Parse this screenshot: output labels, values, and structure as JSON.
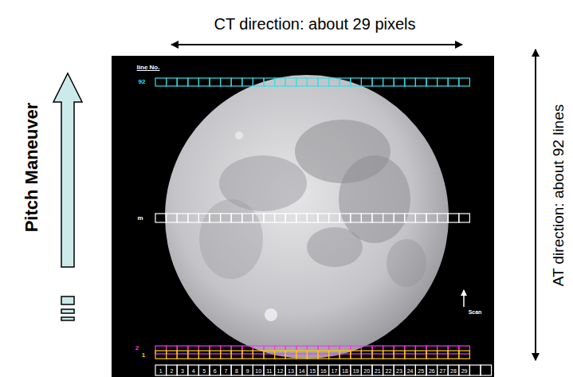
{
  "diagram": {
    "labels": [
      "CT direction: about 29 pixels",
      "AT direction: about 92 lines",
      "Pitch Maneuver",
      "line No.",
      "92",
      "m",
      "2",
      "1",
      "Scan",
      "1",
      "2",
      "3",
      "4",
      "5",
      "6",
      "7",
      "8",
      "9",
      "10",
      "11",
      "12",
      "13",
      "14",
      "15",
      "16",
      "17",
      "18",
      "19",
      "20",
      "21",
      "22",
      "23",
      "24",
      "25",
      "26",
      "27",
      "28",
      "29"
    ]
  }
}
